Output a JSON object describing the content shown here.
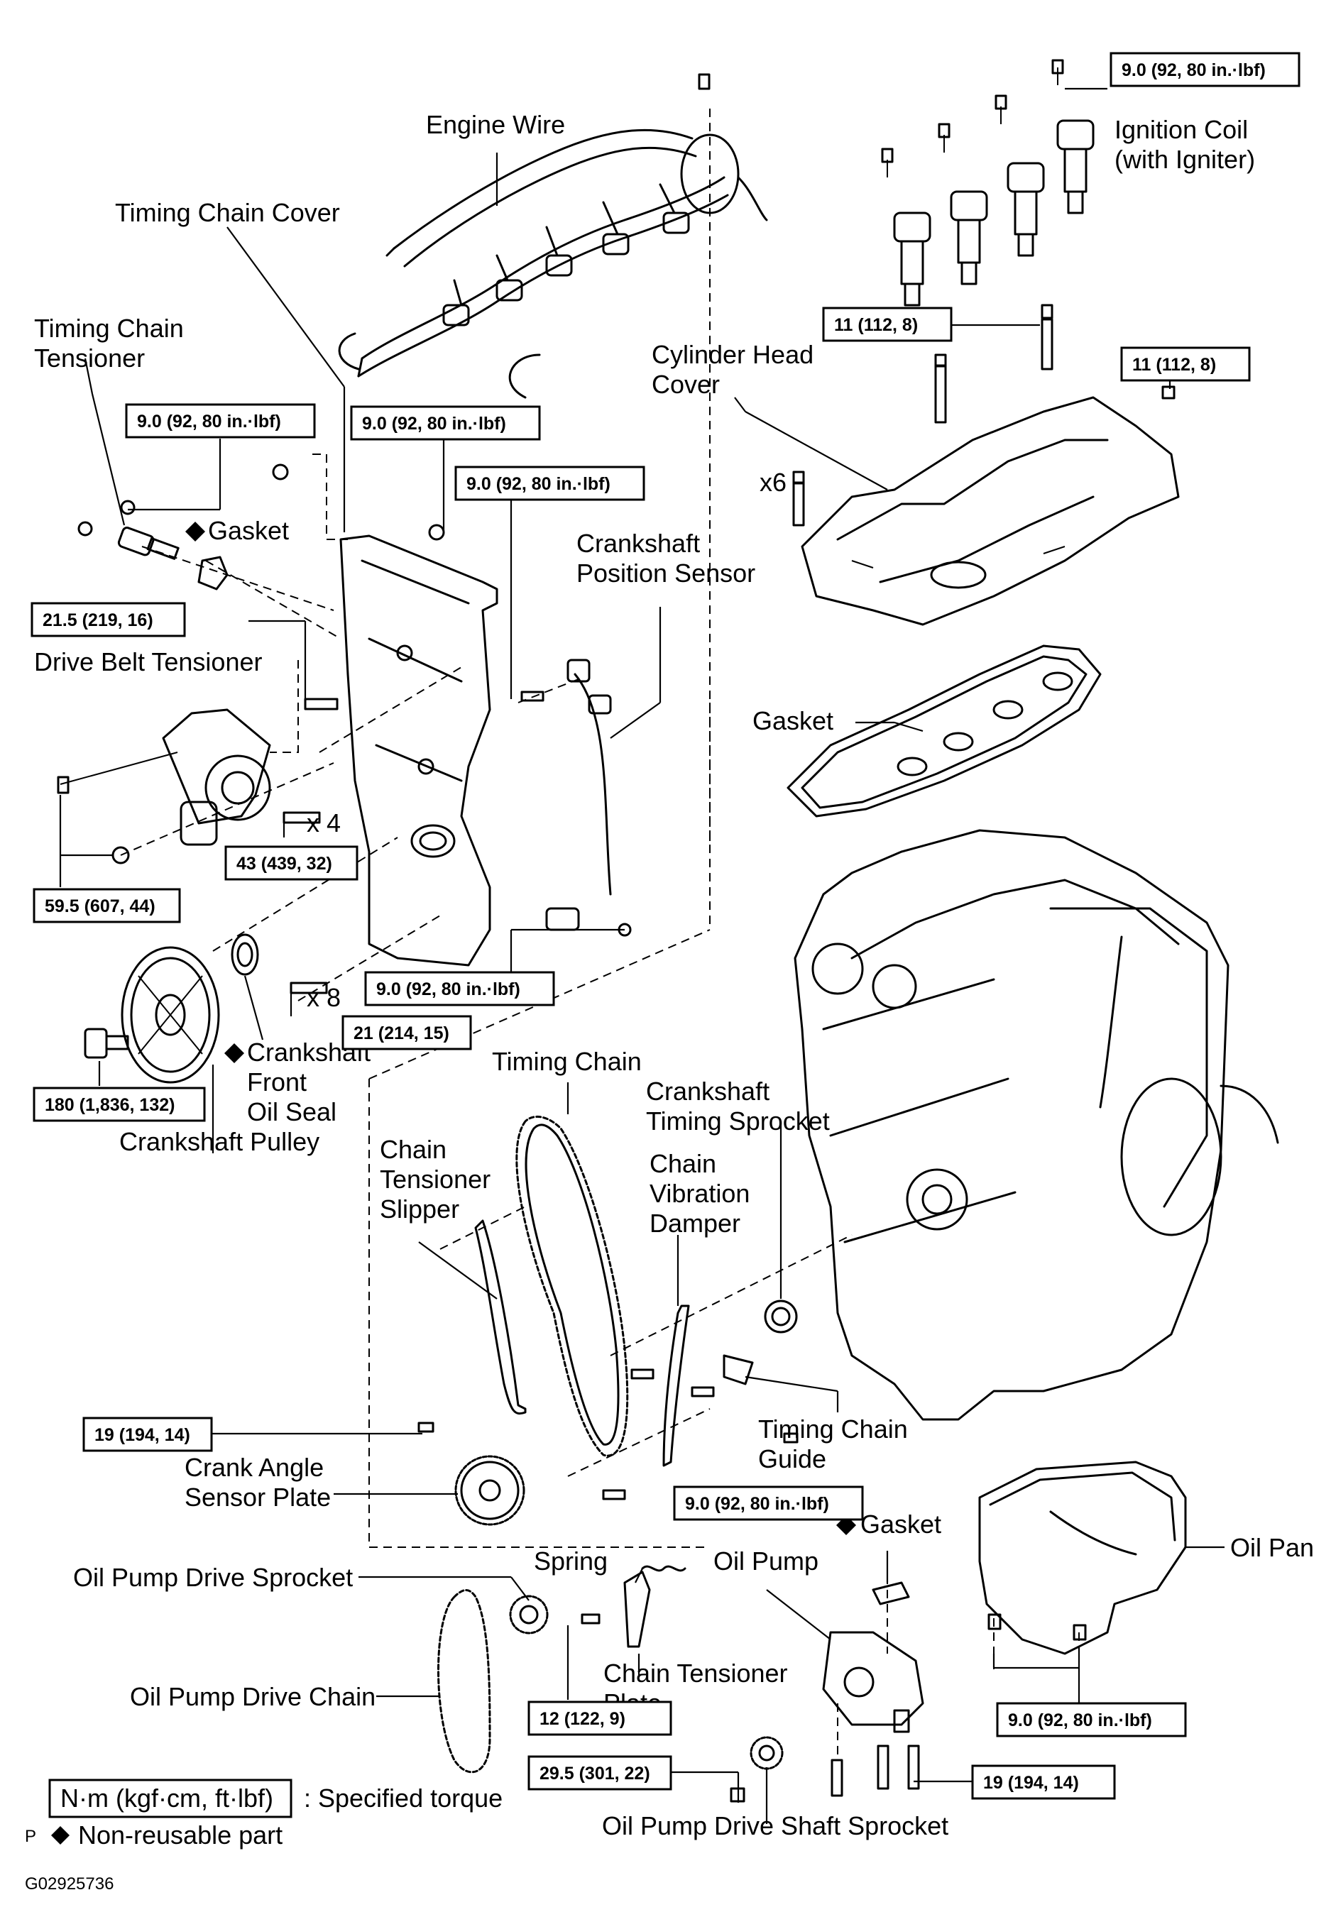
{
  "labels": {
    "engine_wire": "Engine Wire",
    "timing_chain_cover": "Timing Chain Cover",
    "timing_chain_tensioner_1": "Timing Chain",
    "timing_chain_tensioner_2": "Tensioner",
    "gasket_tensioner": "Gasket",
    "drive_belt_tensioner": "Drive Belt Tensioner",
    "crankshaft_position_sensor_1": "Crankshaft",
    "crankshaft_position_sensor_2": "Position Sensor",
    "ignition_coil_1": "Ignition Coil",
    "ignition_coil_2": "(with Igniter)",
    "cylinder_head_cover_1": "Cylinder Head",
    "cylinder_head_cover_2": "Cover",
    "x6": "x6",
    "gasket_head": "Gasket",
    "x4": "x 4",
    "x8": "x 8",
    "crankshaft_front_oil_seal_1": "Crankshaft",
    "crankshaft_front_oil_seal_2": "Front",
    "crankshaft_front_oil_seal_3": "Oil Seal",
    "crankshaft_pulley": "Crankshaft Pulley",
    "timing_chain": "Timing Chain",
    "crankshaft_timing_sprocket_1": "Crankshaft",
    "crankshaft_timing_sprocket_2": "Timing Sprocket",
    "chain_tensioner_slipper_1": "Chain",
    "chain_tensioner_slipper_2": "Tensioner",
    "chain_tensioner_slipper_3": "Slipper",
    "chain_vibration_damper_1": "Chain",
    "chain_vibration_damper_2": "Vibration",
    "chain_vibration_damper_3": "Damper",
    "crank_angle_sensor_plate_1": "Crank Angle",
    "crank_angle_sensor_plate_2": "Sensor Plate",
    "timing_chain_guide_1": "Timing Chain",
    "timing_chain_guide_2": "Guide",
    "gasket_oil_pump": "Gasket",
    "oil_pan": "Oil Pan",
    "oil_pump_drive_sprocket": "Oil Pump Drive Sprocket",
    "spring": "Spring",
    "oil_pump": "Oil Pump",
    "oil_pump_drive_chain": "Oil Pump Drive Chain",
    "chain_tensioner_plate_1": "Chain Tensioner",
    "chain_tensioner_plate_2": "Plate",
    "oil_pump_drive_shaft_sprocket": "Oil Pump Drive Shaft Sprocket"
  },
  "torques": {
    "ignition_coil": "9.0 (92, 80 in.·lbf)",
    "head_cover_stud": "11 (112, 8)",
    "head_cover_nut": "11 (112, 8)",
    "tensioner": "9.0 (92, 80 in.·lbf)",
    "cover_nut": "9.0 (92, 80 in.·lbf)",
    "sensor_bolt": "9.0 (92, 80 in.·lbf)",
    "cover_bolt_215": "21.5 (219, 16)",
    "cover_bolts_x4": "43 (439, 32)",
    "belt_tensioner": "59.5 (607, 44)",
    "sensor_lower": "9.0 (92, 80 in.·lbf)",
    "cover_bolts_x8": "21 (214, 15)",
    "pulley_bolt": "180 (1,836, 132)",
    "slipper_bolt": "19 (194, 14)",
    "chain_guide": "9.0 (92, 80 in.·lbf)",
    "oil_pan": "9.0 (92, 80 in.·lbf)",
    "tensioner_plate": "12 (122, 9)",
    "drive_shaft_sprocket": "29.5 (301, 22)",
    "oil_pump": "19 (194, 14)"
  },
  "legend": {
    "torque_unit": "N·m (kgf·cm, ft·lbf)",
    "torque_desc": ": Specified torque",
    "prefix": "P",
    "non_reusable": "Non-reusable part"
  },
  "figure_code": "G02925736"
}
